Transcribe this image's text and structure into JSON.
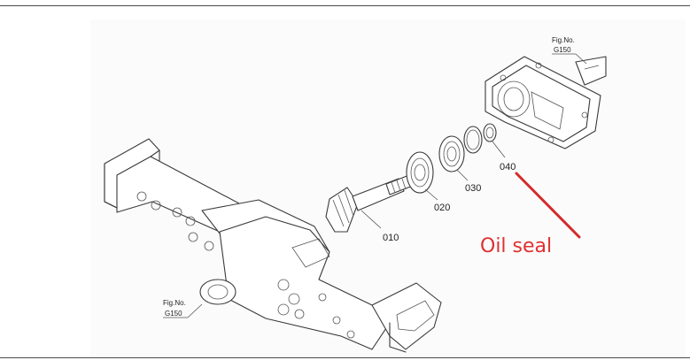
{
  "figure_refs": {
    "top": {
      "line1": "Fig.No.",
      "line2": "G150"
    },
    "bottom": {
      "line1": "Fig.No.",
      "line2": "G150"
    }
  },
  "parts": [
    {
      "code": "010"
    },
    {
      "code": "020"
    },
    {
      "code": "030"
    },
    {
      "code": "040"
    }
  ],
  "annotation": {
    "text": "Oil seal",
    "color": "#e03030"
  },
  "arrow_color": "#d42a2a"
}
